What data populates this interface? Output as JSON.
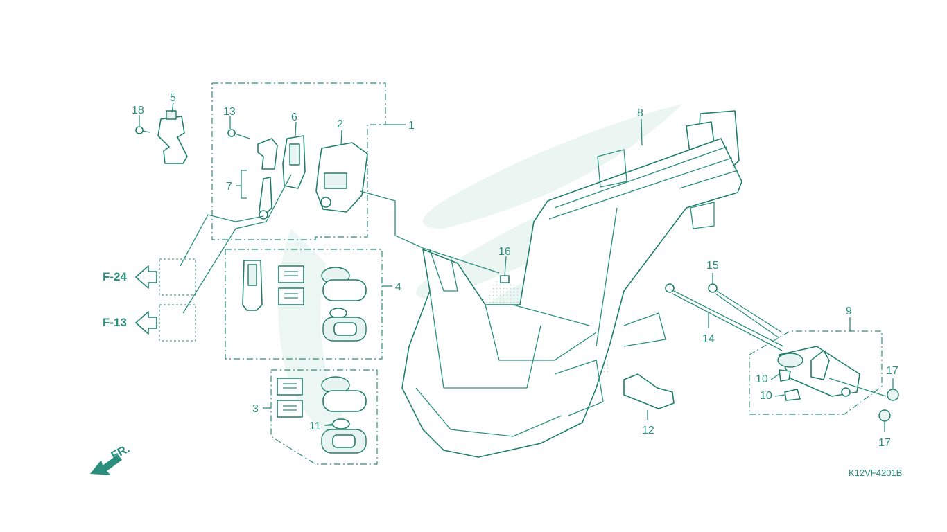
{
  "diagram_code": "K12VF4201B",
  "front_marker": "FR.",
  "refs": [
    "F-24",
    "F-13"
  ],
  "callouts": [
    "1",
    "2",
    "3",
    "4",
    "5",
    "6",
    "7",
    "8",
    "9",
    "10",
    "10",
    "11",
    "12",
    "13",
    "14",
    "15",
    "16",
    "17",
    "17",
    "18"
  ],
  "colors": {
    "line": "#2a8f7c",
    "watermark": "#dceee9"
  }
}
